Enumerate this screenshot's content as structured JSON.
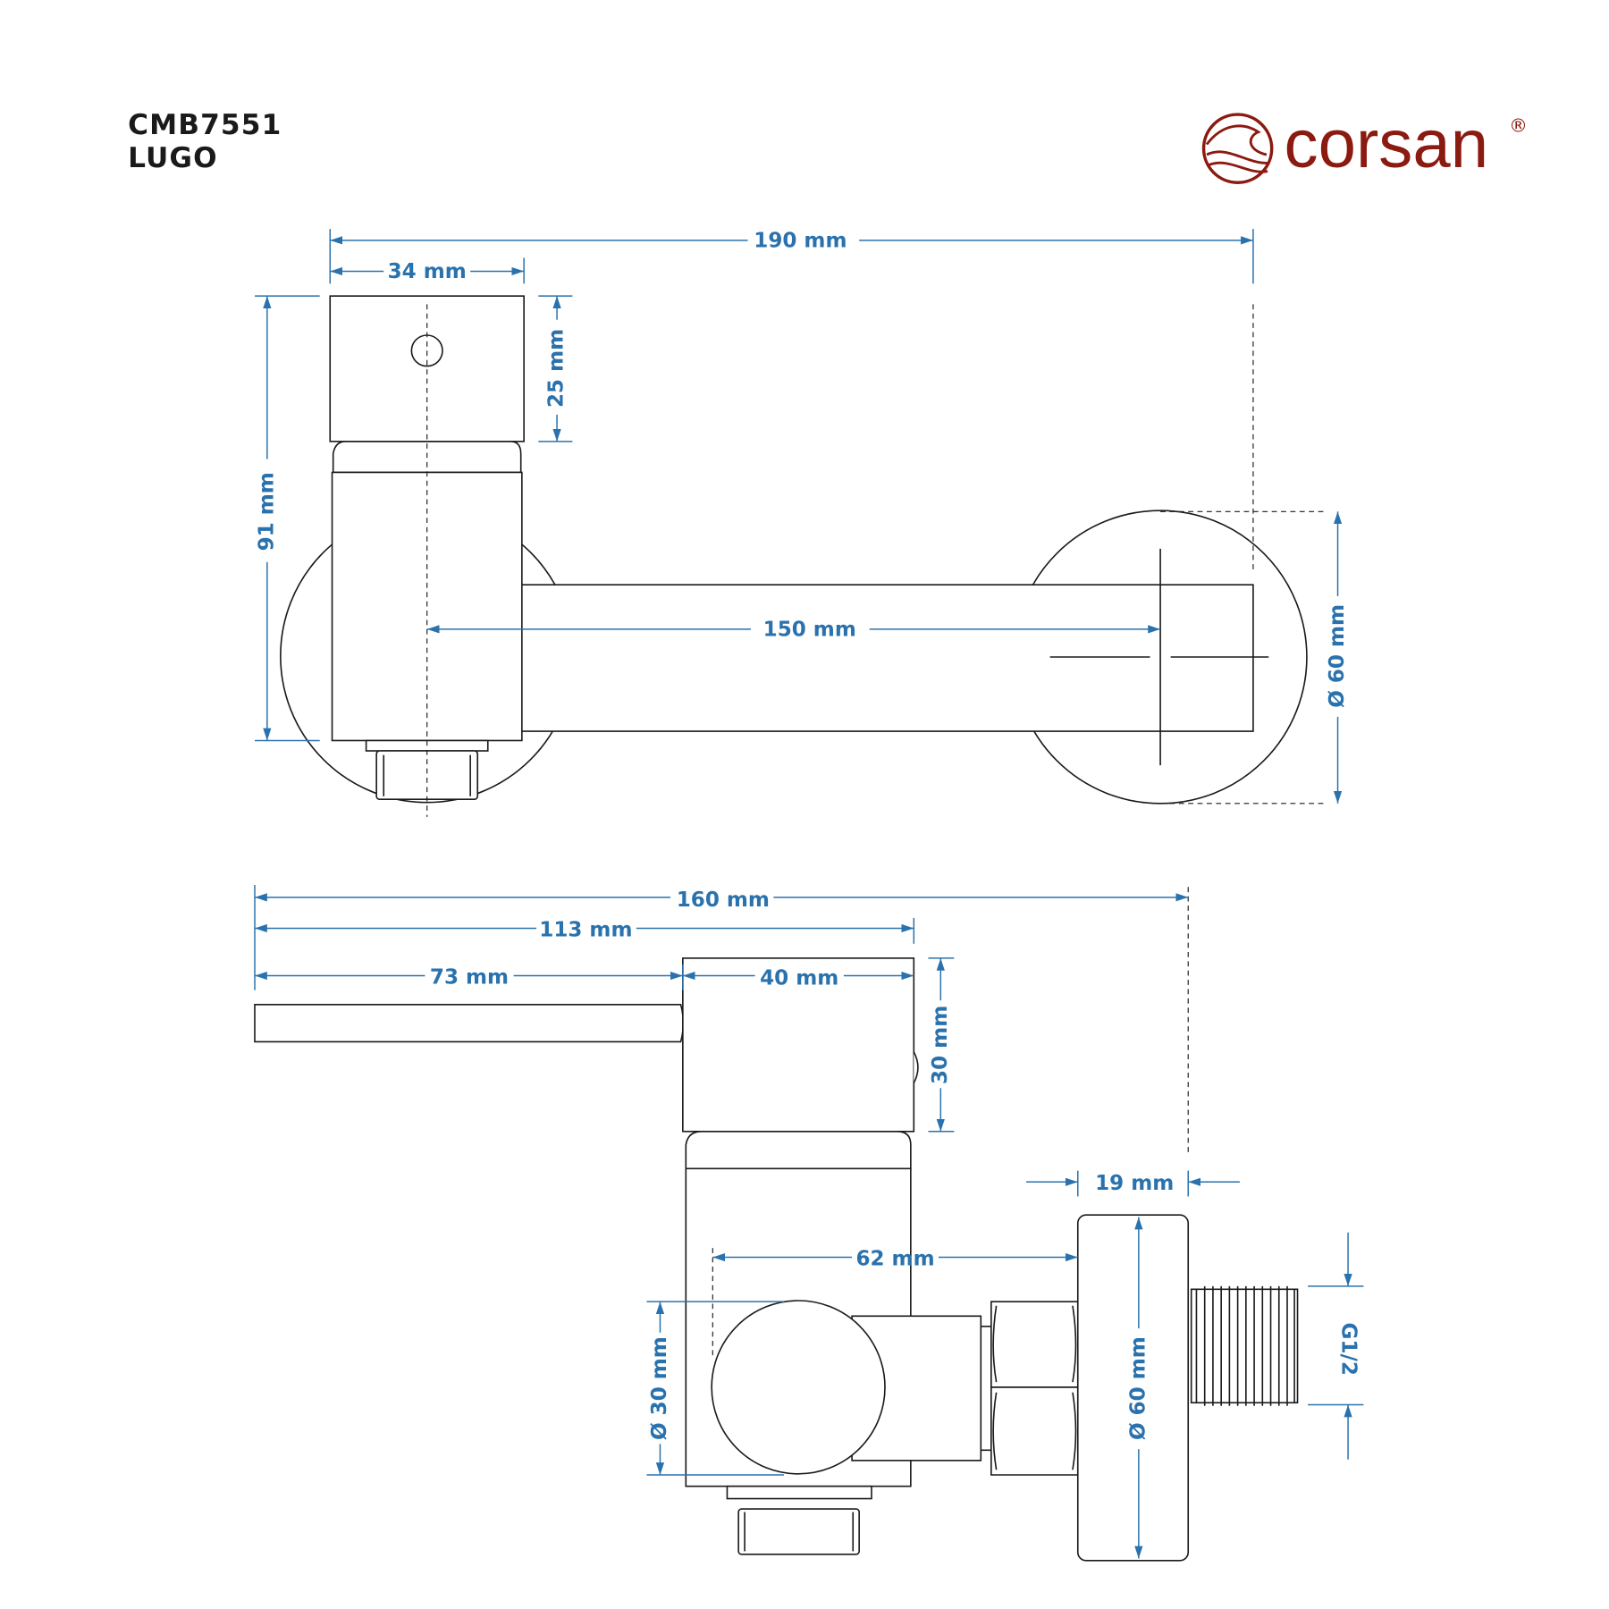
{
  "header": {
    "model_code": "CMB7551",
    "model_name": "LUGO"
  },
  "brand": {
    "name": "corsan",
    "registered_mark": "®",
    "color": "#8b1a10"
  },
  "dimension_color": "#2a72ad",
  "top_view": {
    "overall_width": "190 mm",
    "handle_width": "34 mm",
    "handle_height": "25 mm",
    "total_height": "91 mm",
    "center_distance": "150 mm",
    "escutcheon_diameter": "Ø 60 mm"
  },
  "side_view": {
    "overall_depth": "160 mm",
    "handle_depth": "113 mm",
    "lever_length": "73 mm",
    "handle_length": "40 mm",
    "handle_height": "30 mm",
    "plate_thickness": "19 mm",
    "outlet_offset": "62 mm",
    "outlet_diameter": "Ø 30 mm",
    "plate_diameter": "Ø 60 mm",
    "thread": "G1/2"
  }
}
